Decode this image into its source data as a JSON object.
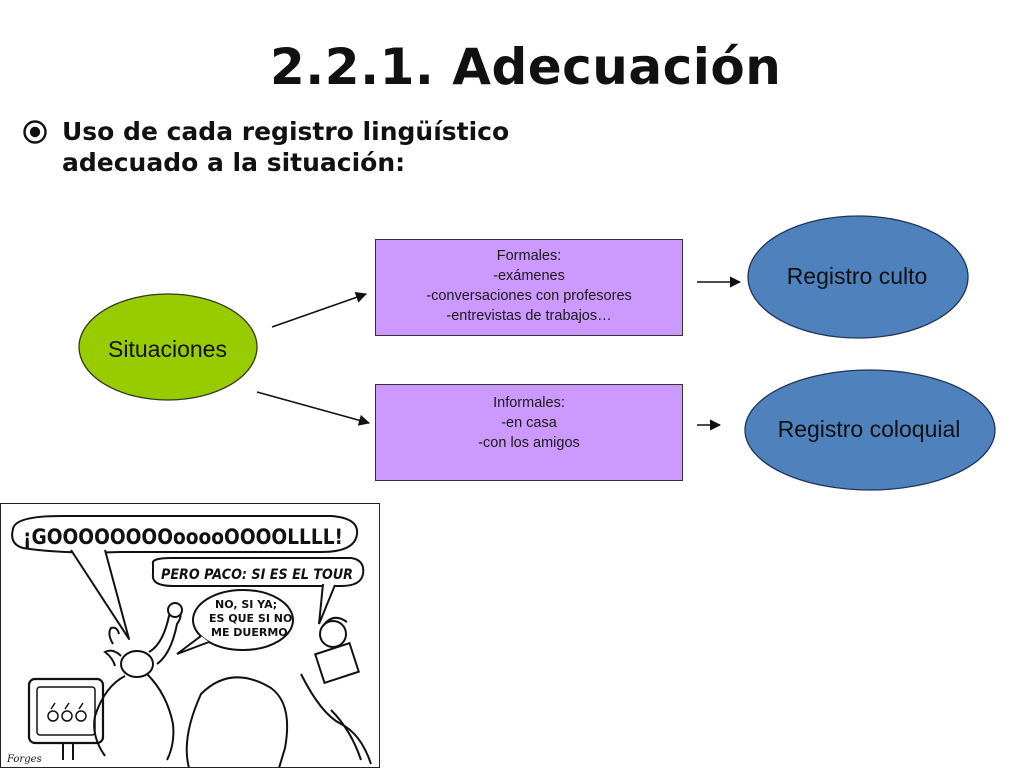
{
  "slide": {
    "title": "2.2.1. Adecuación",
    "bullet": {
      "icon": "circle-bullet-icon",
      "line1": "Uso de cada registro lingüístico",
      "line2": "adecuado a la situación:"
    }
  },
  "diagram": {
    "source": {
      "label": "Situaciones",
      "color": "#99cc00"
    },
    "formal_box": {
      "color": "#cc99ff",
      "lines": [
        "Formales:",
        "-exámenes",
        "-conversaciones con profesores",
        "-entrevistas de trabajos…"
      ]
    },
    "informal_box": {
      "color": "#cc99ff",
      "lines": [
        "Informales:",
        "-en casa",
        "-con los amigos"
      ]
    },
    "targets": [
      {
        "label": "Registro culto",
        "color": "#4f81bd"
      },
      {
        "label": "Registro coloquial",
        "color": "#4f81bd"
      }
    ]
  },
  "cartoon": {
    "speech_main": "¡GOOOOOOOOooooOOOOLLLL!",
    "speech_second": "PERO PACO: SI ES EL TOUR",
    "speech_third_line1": "NO, SI YA;",
    "speech_third_line2": "ES QUE SI NO",
    "speech_third_line3": "ME DUERMO"
  }
}
